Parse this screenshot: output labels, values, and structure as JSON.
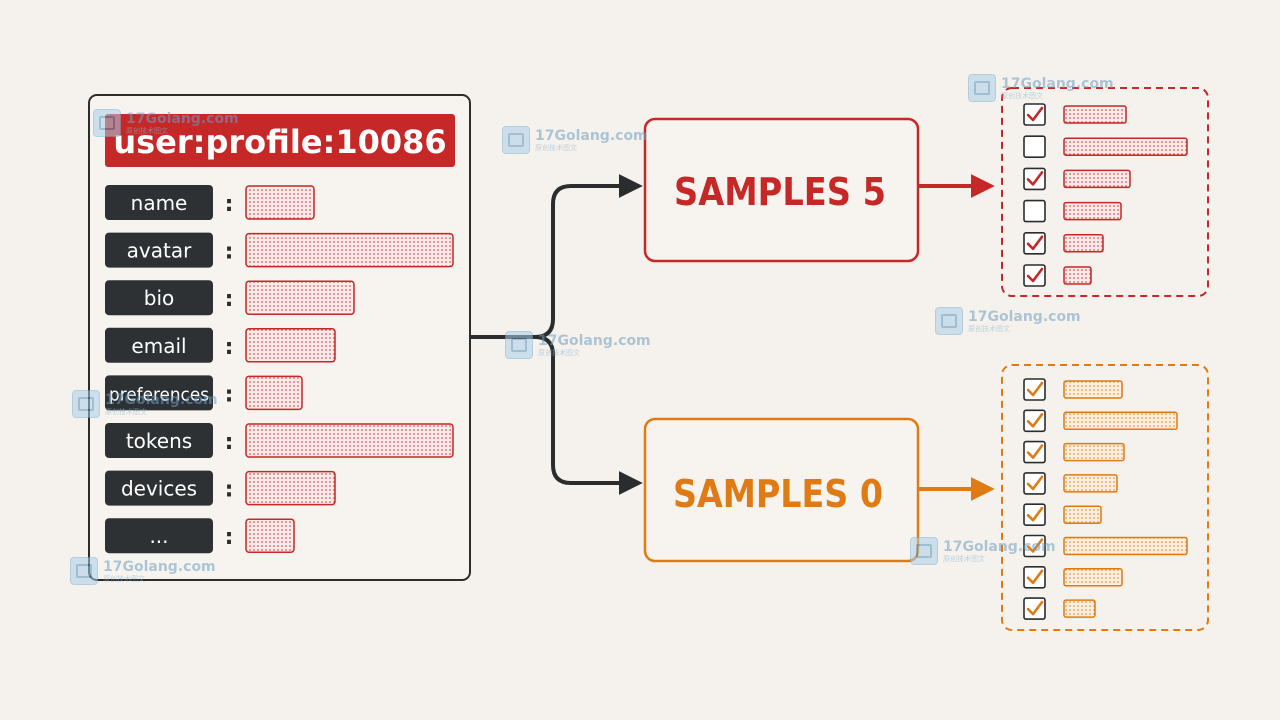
{
  "colors": {
    "background": "#f5f2ed",
    "accent_red": "#c62828",
    "accent_orange": "#e07b14",
    "key_bg": "#2e3134",
    "dark": "#2a2c2e"
  },
  "profile": {
    "title": "user:profile:10086",
    "separator": ":",
    "fields": [
      {
        "key": "name",
        "value_fill": 0.33
      },
      {
        "key": "avatar",
        "value_fill": 1.0
      },
      {
        "key": "bio",
        "value_fill": 0.52
      },
      {
        "key": "email",
        "value_fill": 0.43
      },
      {
        "key": "preferences",
        "value_fill": 0.27
      },
      {
        "key": "tokens",
        "value_fill": 1.0
      },
      {
        "key": "devices",
        "value_fill": 0.43
      },
      {
        "key": "...",
        "value_fill": 0.23
      }
    ]
  },
  "samples": [
    {
      "label": "SAMPLES 5",
      "color": "#c62828",
      "items": [
        {
          "checked": true,
          "fill": 0.5
        },
        {
          "checked": false,
          "fill": 1.0
        },
        {
          "checked": true,
          "fill": 0.54
        },
        {
          "checked": false,
          "fill": 0.46
        },
        {
          "checked": true,
          "fill": 0.32
        },
        {
          "checked": true,
          "fill": 0.22
        }
      ]
    },
    {
      "label": "SAMPLES 0",
      "color": "#e07b14",
      "items": [
        {
          "checked": true,
          "fill": 0.47
        },
        {
          "checked": true,
          "fill": 0.92
        },
        {
          "checked": true,
          "fill": 0.49
        },
        {
          "checked": true,
          "fill": 0.43
        },
        {
          "checked": true,
          "fill": 0.3
        },
        {
          "checked": true,
          "fill": 1.0
        },
        {
          "checked": true,
          "fill": 0.47
        },
        {
          "checked": true,
          "fill": 0.25
        }
      ]
    }
  ],
  "watermark": {
    "text": "17Golang.com",
    "subtext": "原创技术图文",
    "icon": "watermark-logo-icon"
  }
}
